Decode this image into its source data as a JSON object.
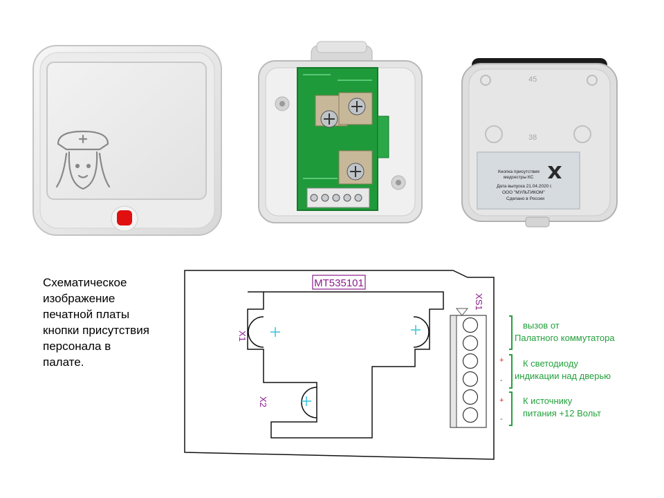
{
  "description_lines": [
    "Схематическое",
    "изображение",
    "печатной платы",
    "кнопки присутствия",
    "персонала в",
    "палате."
  ],
  "pcb": {
    "board_label": "MT535101",
    "connector_label": "XS1",
    "contact1_label": "X1",
    "contact2_label": "X2"
  },
  "terminal_groups": [
    {
      "line1": "вызов от",
      "line2": "Палатного коммутатора",
      "plus": "",
      "minus": ""
    },
    {
      "line1": "К светодиоду",
      "line2": "индикации над дверью",
      "plus": "+",
      "minus": "-"
    },
    {
      "line1": "К источнику",
      "line2": "питания  +12 Вольт",
      "plus": "+",
      "minus": "-"
    }
  ],
  "label_plate": {
    "line1": "Кнопка присутствия",
    "line2": "медсестры КС",
    "line3": "Дата выпуска  21.04.2020 г.",
    "line4": "ООО \"МУЛЬТИКОМ\"",
    "line5": "Сделано в России"
  },
  "housing_marks": {
    "top": "45",
    "middle": "38"
  },
  "colors": {
    "annotation_green": "#22a03c",
    "schematic_purple": "#8a1a8a",
    "schematic_cyan": "#34c4d8",
    "polarity_red": "#d02020",
    "pcb_green": "#1f9a3a",
    "indicator_red": "#e01010"
  }
}
